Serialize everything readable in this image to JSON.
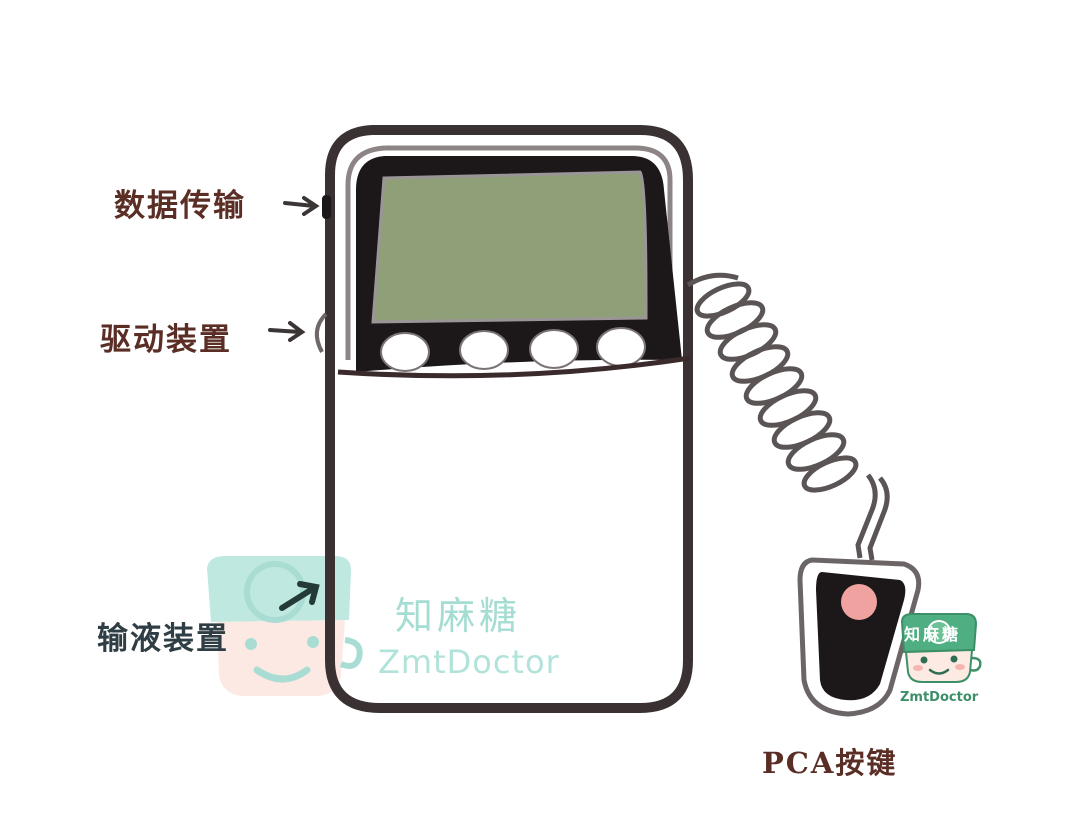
{
  "diagram": {
    "subject": "PCA infusion pump",
    "labels": {
      "data_transfer": "数据传输",
      "drive_unit": "驱动装置",
      "infusion_unit": "输液装置",
      "pca_button": "PCA按键"
    },
    "colors": {
      "label_brown": "#5a2e25",
      "label_infusion": "#2f3e45",
      "outline": "#3a3132",
      "screen": "#8fa078",
      "bezel": "#1c1718",
      "pca_button": "#f0a2a0",
      "watermark_teal": "#9fdcd2",
      "logo_green": "#4fae82"
    },
    "pump": {
      "buttons_count": 4
    }
  },
  "watermark": {
    "brand_cn": "知麻糖",
    "brand_en": "ZmtDoctor"
  },
  "logo": {
    "brand_cn": "知麻糖",
    "brand_en": "ZmtDoctor"
  }
}
